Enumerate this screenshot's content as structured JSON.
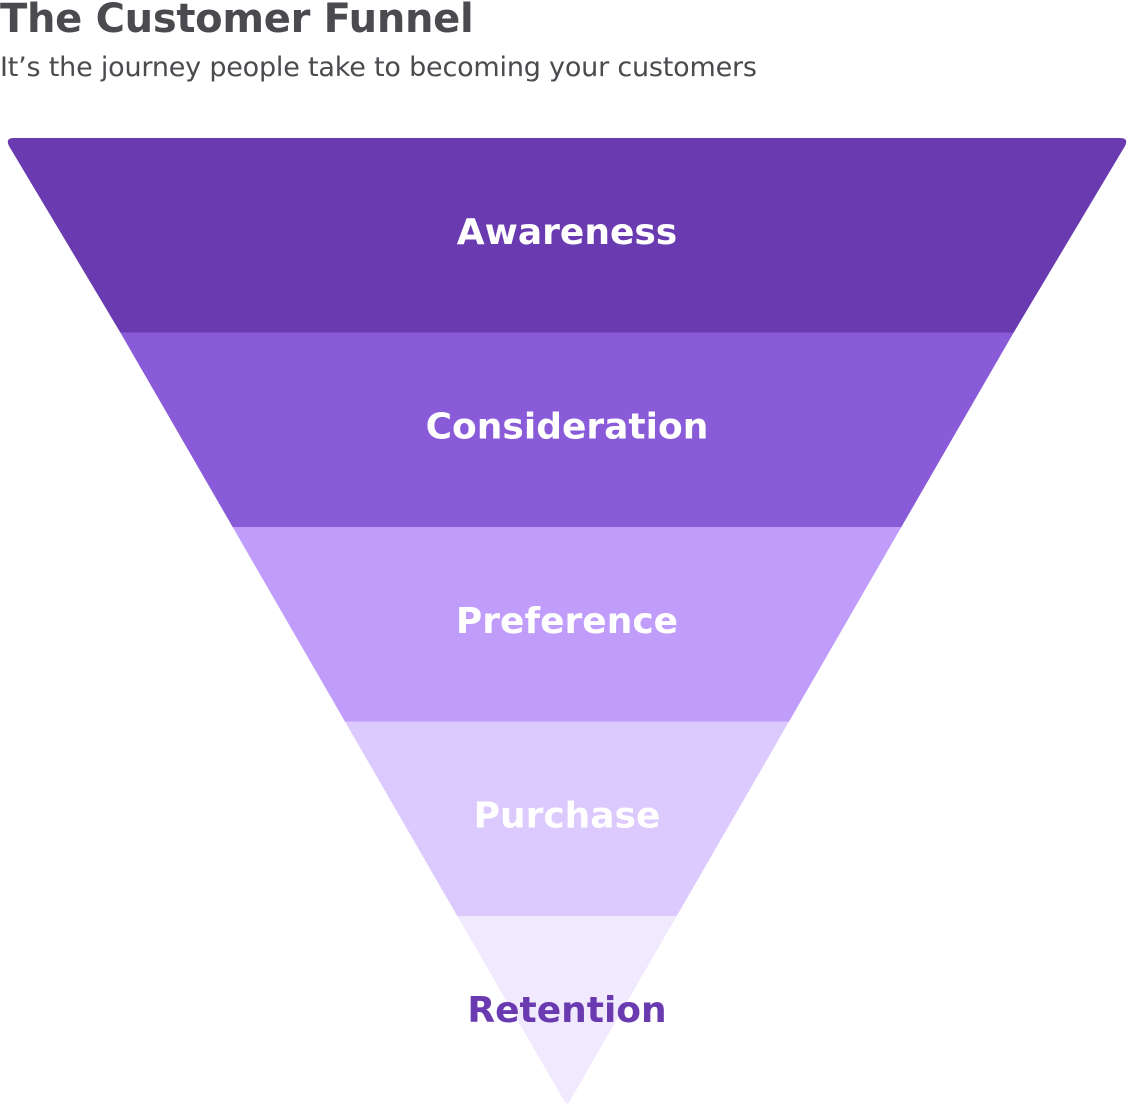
{
  "header": {
    "title": "The Customer Funnel",
    "subtitle": "It’s the journey people take to becoming your customers"
  },
  "funnel": {
    "stages": [
      {
        "label": "Awareness",
        "fill": "#6a3ab0",
        "text_color": "#ffffff"
      },
      {
        "label": "Consideration",
        "fill": "#8a5bd8",
        "text_color": "#ffffff"
      },
      {
        "label": "Preference",
        "fill": "#c09cfb",
        "text_color": "#ffffff"
      },
      {
        "label": "Purchase",
        "fill": "#dcc9fd",
        "text_color": "#ffffff"
      },
      {
        "label": "Retention",
        "fill": "#f1eafe",
        "text_color": "#6a3ab0"
      }
    ]
  }
}
